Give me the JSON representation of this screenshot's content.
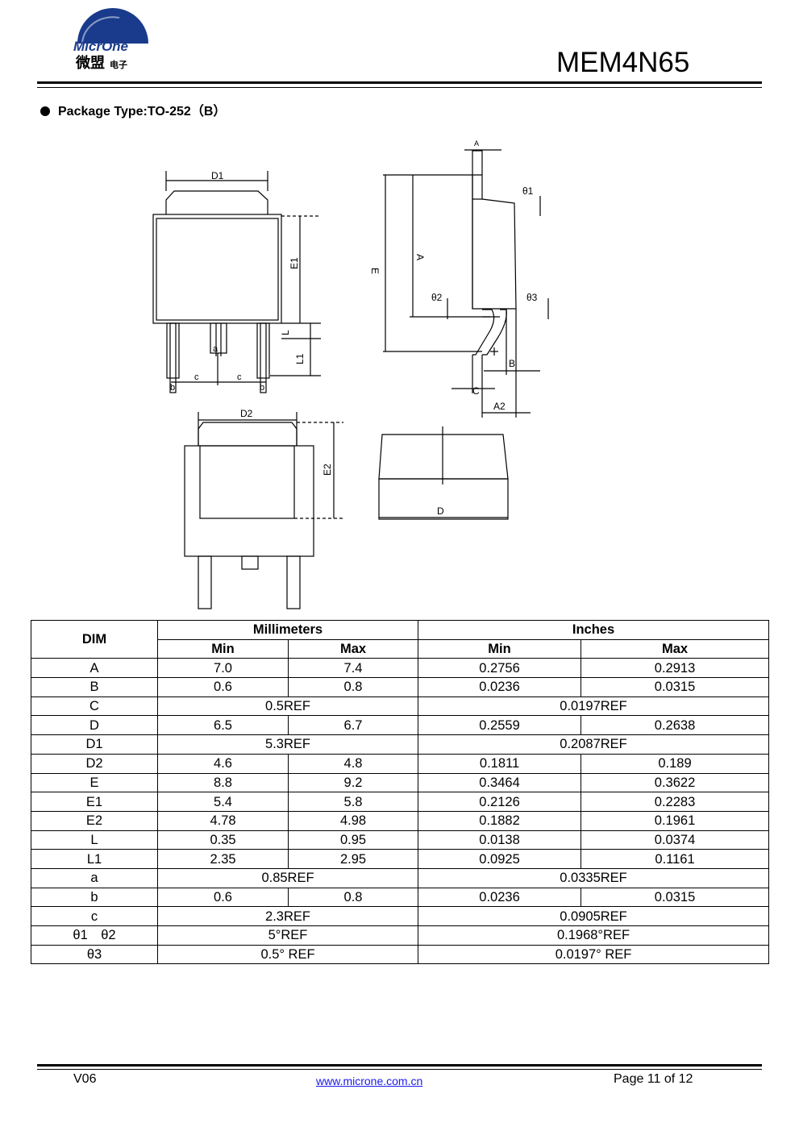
{
  "header": {
    "logo_text": "MicrOne",
    "logo_cn": "微盟",
    "logo_cn_small": "电子",
    "title": "MEM4N65"
  },
  "package": {
    "label": "Package Type:TO-252（B）"
  },
  "drawing_labels": {
    "d1": "D1",
    "e1": "E1",
    "l": "L",
    "l1": "L1",
    "a": "a",
    "b": "b",
    "c": "c",
    "d2": "D2",
    "e2": "E2",
    "d": "D",
    "e": "E",
    "A": "A",
    "B": "B",
    "C": "C",
    "a2": "A2",
    "theta1": "θ1",
    "theta2": "θ2",
    "theta3": "θ3"
  },
  "table": {
    "dim_header": "DIM",
    "mm_header": "Millimeters",
    "in_header": "Inches",
    "min": "Min",
    "max": "Max",
    "rows": [
      {
        "dim": "A",
        "mm_min": "7.0",
        "mm_max": "7.4",
        "in_min": "0.2756",
        "in_max": "0.2913"
      },
      {
        "dim": "B",
        "mm_min": "0.6",
        "mm_max": "0.8",
        "in_min": "0.0236",
        "in_max": "0.0315"
      },
      {
        "dim": "C",
        "mm_ref": "0.5REF",
        "in_ref": "0.0197REF"
      },
      {
        "dim": "D",
        "mm_min": "6.5",
        "mm_max": "6.7",
        "in_min": "0.2559",
        "in_max": "0.2638"
      },
      {
        "dim": "D1",
        "mm_ref": "5.3REF",
        "in_ref": "0.2087REF"
      },
      {
        "dim": "D2",
        "mm_min": "4.6",
        "mm_max": "4.8",
        "in_min": "0.1811",
        "in_max": "0.189"
      },
      {
        "dim": "E",
        "mm_min": "8.8",
        "mm_max": "9.2",
        "in_min": "0.3464",
        "in_max": "0.3622"
      },
      {
        "dim": "E1",
        "mm_min": "5.4",
        "mm_max": "5.8",
        "in_min": "0.2126",
        "in_max": "0.2283"
      },
      {
        "dim": "E2",
        "mm_min": "4.78",
        "mm_max": "4.98",
        "in_min": "0.1882",
        "in_max": "0.1961"
      },
      {
        "dim": "L",
        "mm_min": "0.35",
        "mm_max": "0.95",
        "in_min": "0.0138",
        "in_max": "0.0374"
      },
      {
        "dim": "L1",
        "mm_min": "2.35",
        "mm_max": "2.95",
        "in_min": "0.0925",
        "in_max": "0.1161"
      },
      {
        "dim": "a",
        "mm_ref": "0.85REF",
        "in_ref": "0.0335REF"
      },
      {
        "dim": "b",
        "mm_min": "0.6",
        "mm_max": "0.8",
        "in_min": "0.0236",
        "in_max": "0.0315"
      },
      {
        "dim": "c",
        "mm_ref": "2.3REF",
        "in_ref": "0.0905REF"
      },
      {
        "dim": "θ1　θ2",
        "mm_ref": "5°REF",
        "in_ref": "0.1968°REF"
      },
      {
        "dim": "θ3",
        "mm_ref": "0.5° REF",
        "in_ref": "0.0197° REF"
      }
    ]
  },
  "footer": {
    "version": "V06",
    "url": "www.microne.com.cn",
    "page": "Page 11 of 12"
  }
}
